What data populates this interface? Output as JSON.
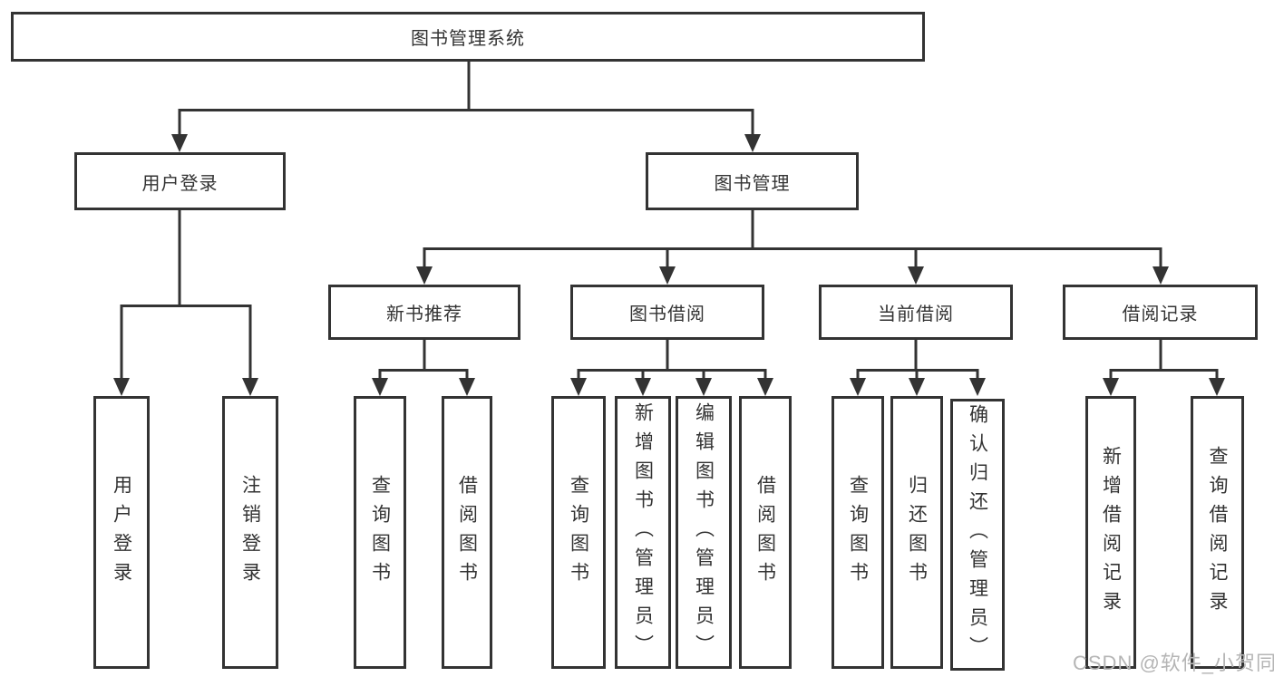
{
  "diagram": {
    "root": {
      "label": "图书管理系统"
    },
    "user_login": {
      "label": "用户登录",
      "children": [
        "用户登录",
        "注销登录"
      ]
    },
    "book_mgmt": {
      "label": "图书管理",
      "sections": [
        {
          "label": "新书推荐",
          "children": [
            "查询图书",
            "借阅图书"
          ]
        },
        {
          "label": "图书借阅",
          "children": [
            "查询图书",
            "新增图书（管理员）",
            "编辑图书（管理员）",
            "借阅图书"
          ]
        },
        {
          "label": "当前借阅",
          "children": [
            "查询图书",
            "归还图书",
            "确认归还（管理员）"
          ]
        },
        {
          "label": "借阅记录",
          "children": [
            "新增借阅记录",
            "查询借阅记录"
          ]
        }
      ]
    }
  },
  "watermark": {
    "text": "CSDN @软件_小贺同学"
  },
  "colors": {
    "line": "#333333",
    "text": "#333333",
    "watermark": "#b5b5b5",
    "background": "#ffffff"
  }
}
